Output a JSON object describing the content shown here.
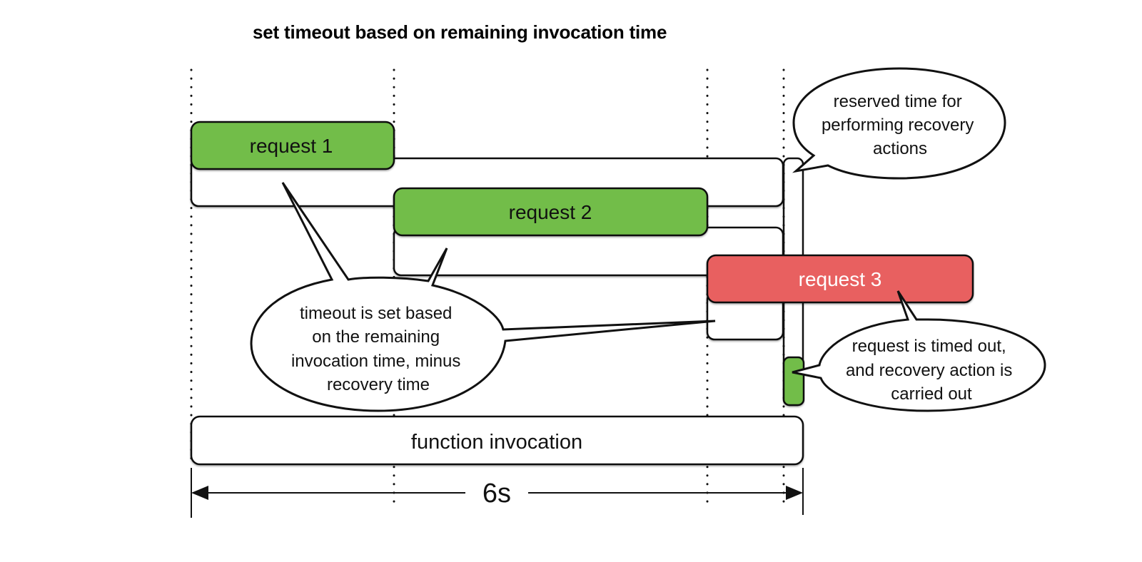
{
  "title": "set timeout based on remaining invocation time",
  "colors": {
    "request_ok": "#72bd4a",
    "request_timeout": "#e86161",
    "outline": "#111111",
    "background": "#ffffff"
  },
  "requests": [
    {
      "label": "request 1",
      "status": "ok"
    },
    {
      "label": "request 2",
      "status": "ok"
    },
    {
      "label": "request 3",
      "status": "timed-out"
    }
  ],
  "recovery_action": {
    "status": "ok"
  },
  "function_invocation": {
    "label": "function invocation"
  },
  "duration": {
    "label": "6s"
  },
  "callouts": {
    "reserved": [
      "reserved time for",
      "performing recovery",
      "actions"
    ],
    "timeout_set": [
      "timeout is set based",
      "on the remaining",
      "invocation time, minus",
      "recovery time"
    ],
    "timed_out": [
      "request is timed out,",
      "and recovery action is",
      "carried out"
    ]
  }
}
